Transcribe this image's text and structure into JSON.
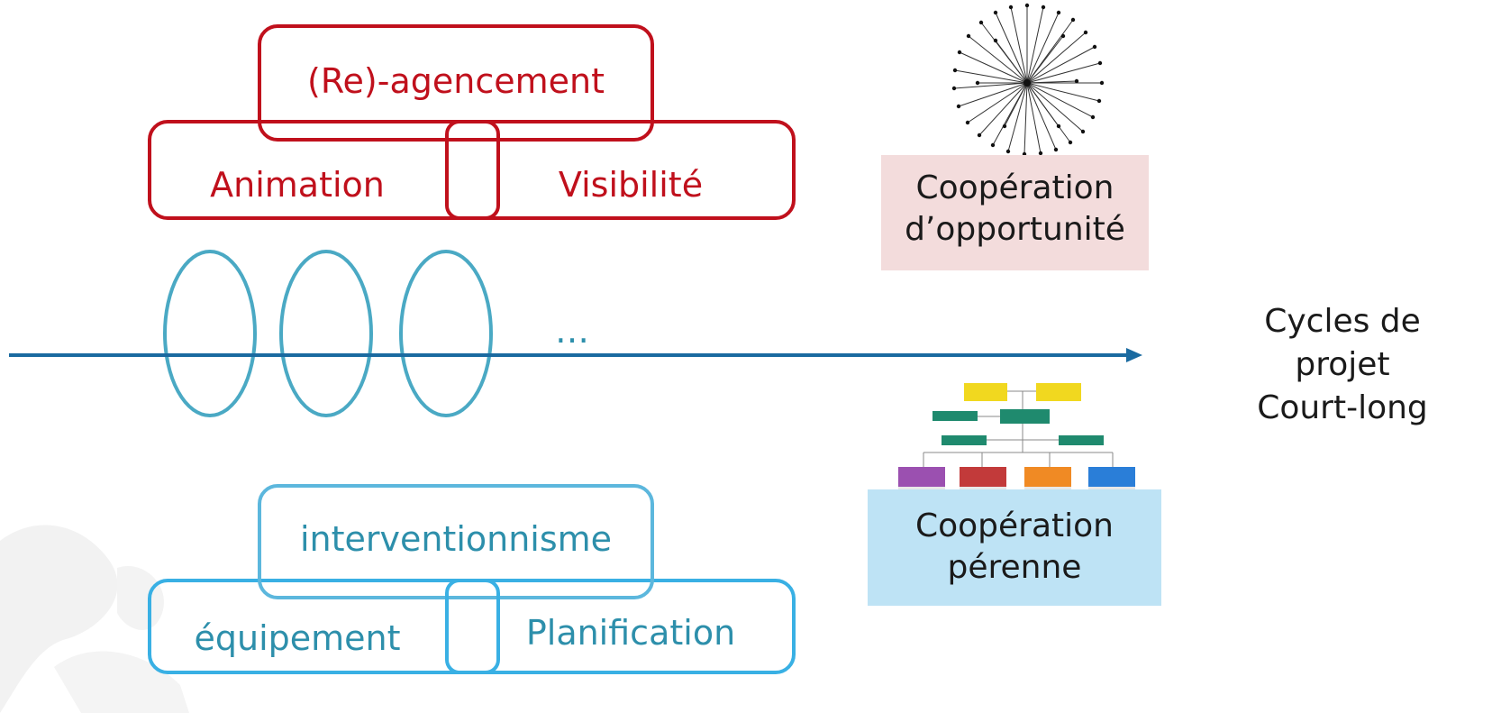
{
  "top_group": {
    "reagencement": "(Re)-agencement",
    "animation": "Animation",
    "visibilite": "Visibilité"
  },
  "bottom_group": {
    "interventionnisme": "interventionnisme",
    "equipement": "équipement",
    "planification": "Planification"
  },
  "ellipsis": "…",
  "axis_label": {
    "line1": "Cycles de",
    "line2": "projet",
    "line3": "Court-long"
  },
  "cooperation_opportunite": {
    "line1": "Coopération",
    "line2": "d’opportunité",
    "bg_color": "#f3dcdc"
  },
  "cooperation_perenne": {
    "line1": "Coopération",
    "line2": "pérenne",
    "bg_color": "#bee3f5"
  },
  "colors": {
    "red": "#c0101c",
    "blue": "#39b0e4",
    "axis": "#1a6aa0",
    "ellipse": "#4aa9c4"
  }
}
